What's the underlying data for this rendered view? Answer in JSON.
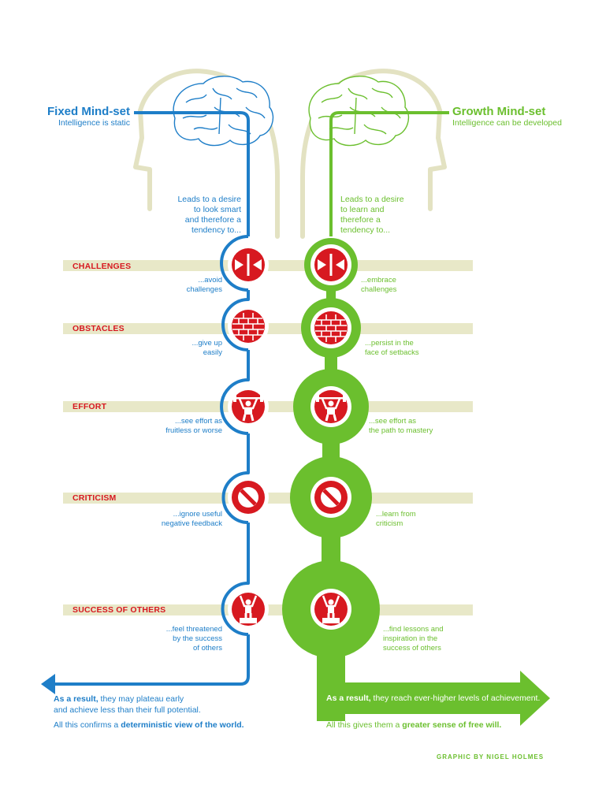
{
  "colors": {
    "fixed": "#1e7ec8",
    "growth": "#6bbf2e",
    "icon": "#d71920",
    "band": "#e8e8c8",
    "head": "#e3e2c2"
  },
  "fixed": {
    "title": "Fixed Mind-set",
    "subtitle": "Intelligence is static",
    "intro": [
      "Leads to a desire",
      "to look smart",
      "and therefore a",
      "tendency to..."
    ]
  },
  "growth": {
    "title": "Growth Mind-set",
    "subtitle": "Intelligence can be developed",
    "intro": [
      "Leads to a desire",
      "to learn and",
      "therefore a",
      "tendency to..."
    ]
  },
  "rows": [
    {
      "label": "CHALLENGES",
      "icon": "arrows-icon",
      "fixed": [
        "...avoid",
        "challenges"
      ],
      "growth": [
        "...embrace",
        "challenges"
      ]
    },
    {
      "label": "OBSTACLES",
      "icon": "brick-wall-icon",
      "fixed": [
        "...give up",
        "easily"
      ],
      "growth": [
        "...persist in the",
        "face of setbacks"
      ]
    },
    {
      "label": "EFFORT",
      "icon": "weightlifter-icon",
      "fixed": [
        "...see effort as",
        "fruitless or worse"
      ],
      "growth": [
        "...see effort as",
        "the path to mastery"
      ]
    },
    {
      "label": "CRITICISM",
      "icon": "no-entry-icon",
      "fixed": [
        "...ignore useful",
        "negative feedback"
      ],
      "growth": [
        "...learn from",
        "criticism"
      ]
    },
    {
      "label": "SUCCESS OF OTHERS",
      "icon": "winner-icon",
      "fixed": [
        "...feel threatened",
        "by the success",
        "of others"
      ],
      "growth": [
        "...find lessons and",
        "inspiration in the",
        "success of others"
      ]
    }
  ],
  "fixed_result": {
    "lead": "As a result,",
    "line1": " they may plateau early",
    "line2": "and achieve less than their full potential.",
    "confirm_pre": "All this confirms a ",
    "confirm_bold": "deterministic view of the world."
  },
  "growth_result": {
    "lead": "As a result,",
    "line1": " they reach ever-higher levels of achievement.",
    "confirm_pre": "All this gives them a ",
    "confirm_bold": "greater sense of free will."
  },
  "credit": "GRAPHIC BY NIGEL HOLMES"
}
